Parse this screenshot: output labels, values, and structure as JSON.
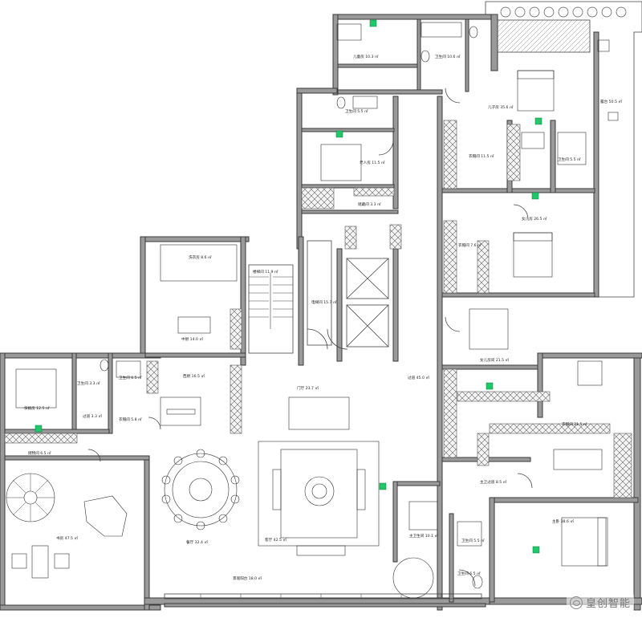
{
  "image_title": "",
  "rooms": [
    {
      "id": "r1",
      "label": "儿童房 10.3 ㎡"
    },
    {
      "id": "r2",
      "label": "卫生间 10.6 ㎡"
    },
    {
      "id": "r3",
      "label": "儿子房 35.6 ㎡"
    },
    {
      "id": "r4",
      "label": "露台 50.5 ㎡"
    },
    {
      "id": "r5",
      "label": "卫生间 5.5 ㎡"
    },
    {
      "id": "r6",
      "label": "老人房 11.5 ㎡"
    },
    {
      "id": "r7",
      "label": "衣帽间 11.5 ㎡"
    },
    {
      "id": "r8",
      "label": "卫生间 5.5 ㎡"
    },
    {
      "id": "r9",
      "label": "储藏间 3.3 ㎡"
    },
    {
      "id": "r10",
      "label": "洗衣房 8.6 ㎡"
    },
    {
      "id": "r11",
      "label": "楼梯间 11.9 ㎡"
    },
    {
      "id": "r12",
      "label": "电梯间 15.7 ㎡"
    },
    {
      "id": "r13",
      "label": "女儿房 26.5 ㎡"
    },
    {
      "id": "r14",
      "label": "衣帽间 7.6 ㎡"
    },
    {
      "id": "r15",
      "label": "中厨 14.0 ㎡"
    },
    {
      "id": "r16",
      "label": "女儿房间 21.5 ㎡"
    },
    {
      "id": "r17",
      "label": "保姆房 12.5 ㎡"
    },
    {
      "id": "r18",
      "label": "卫生间 3.3 ㎡"
    },
    {
      "id": "r19",
      "label": "过道 3.3 ㎡"
    },
    {
      "id": "r20",
      "label": "西厨 16.5 ㎡"
    },
    {
      "id": "r21",
      "label": "门厅 23.7 ㎡"
    },
    {
      "id": "r22",
      "label": "过道 45.0 ㎡"
    },
    {
      "id": "r23",
      "label": "卫生间 6.5 ㎡"
    },
    {
      "id": "r24",
      "label": "衣帽间 5.8 ㎡"
    },
    {
      "id": "r25",
      "label": "衣帽间 21.5 ㎡"
    },
    {
      "id": "r26",
      "label": "储物间 6.5 ㎡"
    },
    {
      "id": "r27",
      "label": "书房 47.5 ㎡"
    },
    {
      "id": "r28",
      "label": "主卫生间 10.1 ㎡"
    },
    {
      "id": "r29",
      "label": "主卧 38.6 ㎡"
    },
    {
      "id": "r30",
      "label": "餐厅 32.4 ㎡"
    },
    {
      "id": "r31",
      "label": "客厅 42.5 ㎡"
    },
    {
      "id": "r32",
      "label": "景观阳台 18.0 ㎡"
    },
    {
      "id": "r33",
      "label": "卫生间 5.5 ㎡"
    },
    {
      "id": "r34",
      "label": "卫生间 6.5 ㎡"
    },
    {
      "id": "r35",
      "label": "主卫过道 8.5 ㎡"
    }
  ],
  "watermark": {
    "text": "皇创智能"
  },
  "colors": {
    "wall": "#9a9a9a",
    "line": "#333333",
    "sensor": "#1fc96a"
  }
}
